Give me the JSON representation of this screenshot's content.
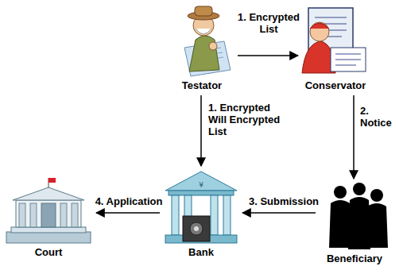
{
  "diagram": {
    "nodes": [
      {
        "text": [
          "Testator"
        ]
      },
      {
        "text": [
          "Conservator"
        ]
      },
      {
        "text": [
          "Court"
        ]
      },
      {
        "text": [
          "Bank"
        ]
      },
      {
        "text": [
          "Beneficiary"
        ]
      }
    ],
    "edges": [
      {
        "from": 0,
        "to": 1,
        "label": "1. Encrypted List",
        "arrow": "to"
      },
      {
        "from": 0,
        "to": 3,
        "label": "1. Encrypted Will Encrypted List",
        "arrow": "to"
      },
      {
        "from": 1,
        "to": 4,
        "label": "2. Notice",
        "arrow": "to"
      },
      {
        "from": 4,
        "to": 3,
        "label": "3. Submission",
        "arrow": "to"
      },
      {
        "from": 3,
        "to": 2,
        "label": "4. Application",
        "arrow": "to"
      }
    ]
  }
}
